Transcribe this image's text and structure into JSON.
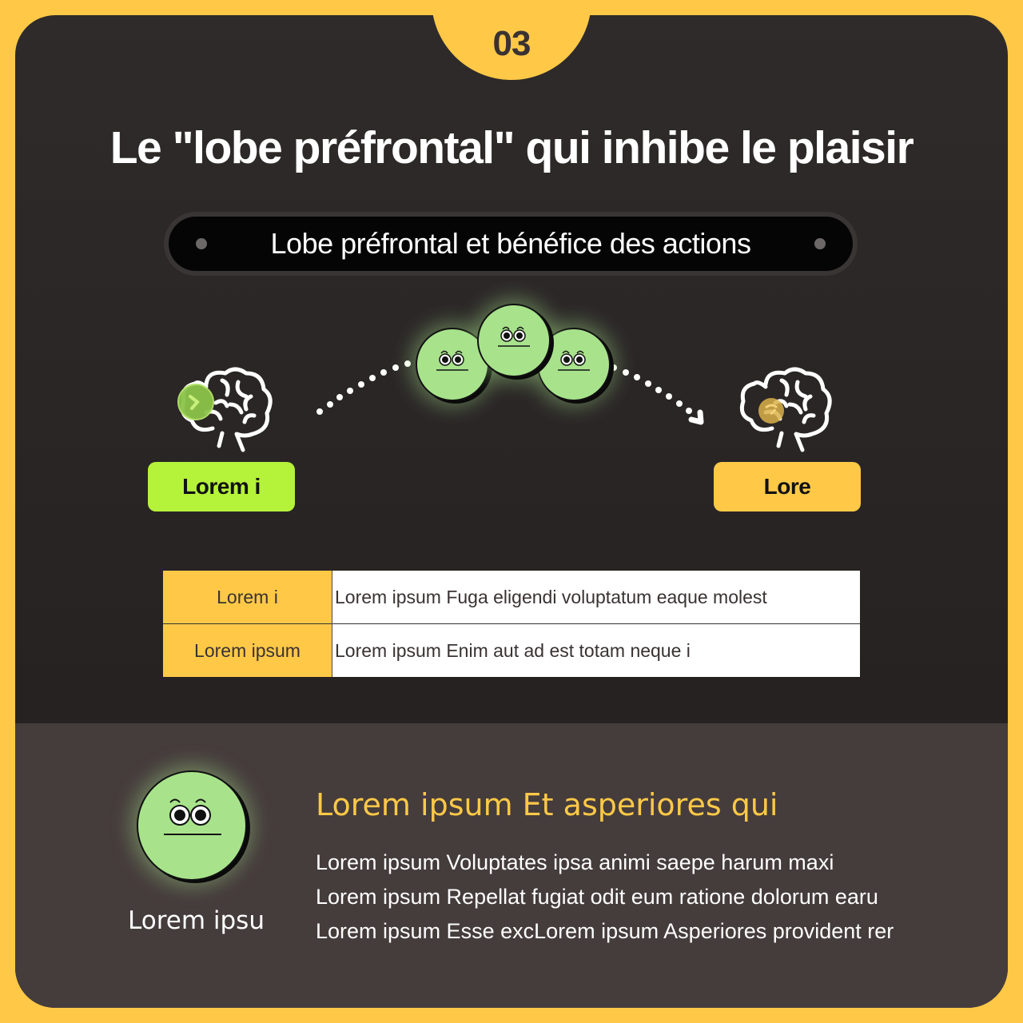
{
  "badge": {
    "number": "03"
  },
  "title": "Le \"lobe préfrontal\" qui inhibe le plaisir",
  "subtitle_pill": {
    "label": "Lobe préfrontal et bénéfice des actions"
  },
  "diagram": {
    "left": {
      "tag_label": "Lorem i",
      "tag_color": "#B5F23A",
      "highlight_color": "#8BC34A"
    },
    "right": {
      "tag_label": "Lore",
      "tag_color": "#FFC947",
      "highlight_color": "#D9B24A"
    },
    "faces_count": 3,
    "face_color": "#A8E38C"
  },
  "table": {
    "rows": [
      {
        "key": "Lorem i",
        "value": "Lorem ipsum Fuga eligendi voluptatum eaque molest"
      },
      {
        "key": "Lorem ipsum",
        "value": "Lorem ipsum Enim aut ad est totam neque i"
      }
    ]
  },
  "bottom": {
    "face_label": "Lorem ipsu",
    "heading": "Lorem ipsum Et asperiores qui",
    "lines": [
      "Lorem ipsum Voluptates ipsa animi saepe harum maxi",
      "Lorem ipsum Repellat fugiat odit eum ratione dolorum earu",
      "Lorem ipsum Esse excLorem ipsum Asperiores provident rer"
    ]
  },
  "colors": {
    "accent": "#FFC947",
    "background_dark": "#2E2A2A",
    "panel": "#453C3C",
    "lime": "#B5F23A",
    "green_face": "#A8E38C"
  }
}
